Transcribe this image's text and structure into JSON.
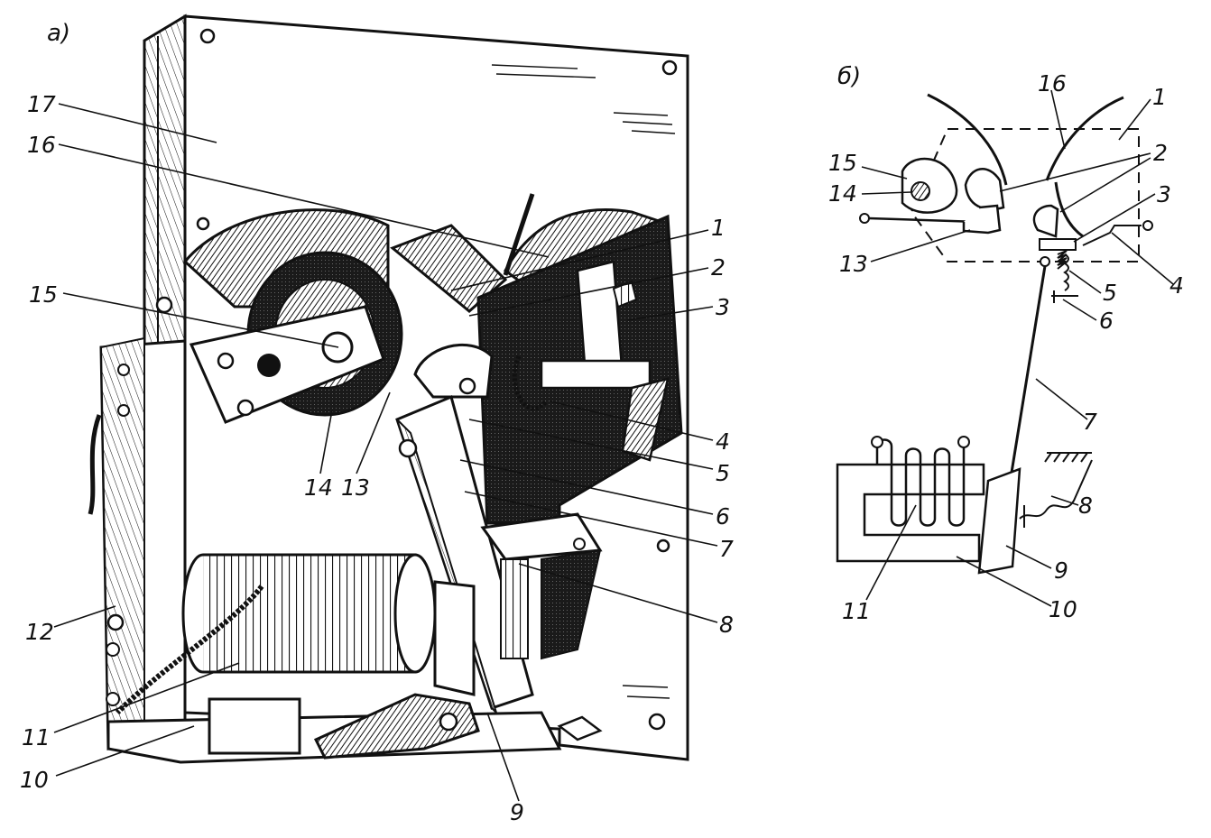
{
  "figure": {
    "panel_a": {
      "tag": "а)",
      "labels": [
        "1",
        "2",
        "3",
        "4",
        "5",
        "6",
        "7",
        "8",
        "9",
        "10",
        "11",
        "12",
        "13",
        "14",
        "15",
        "16",
        "17"
      ]
    },
    "panel_b": {
      "tag": "б)",
      "labels": [
        "1",
        "2",
        "3",
        "4",
        "5",
        "6",
        "7",
        "8",
        "9",
        "10",
        "11",
        "13",
        "14",
        "15",
        "16"
      ]
    }
  }
}
